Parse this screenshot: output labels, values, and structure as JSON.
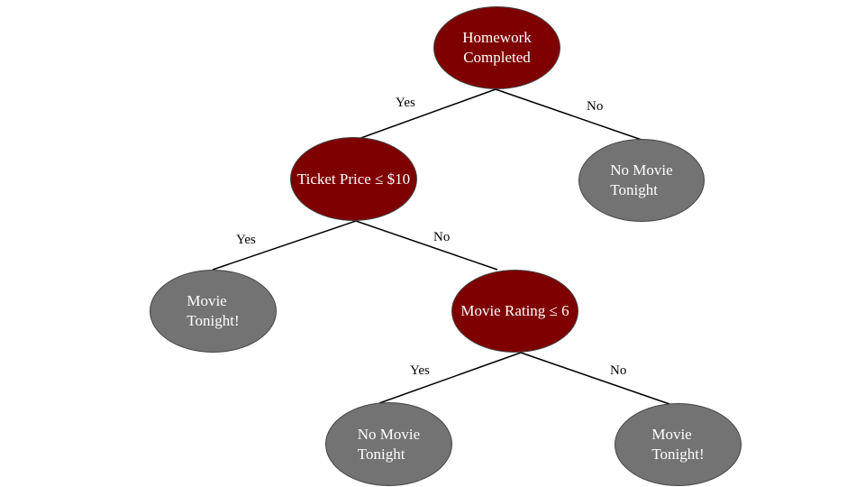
{
  "colors": {
    "decision_fill": "#7f0000",
    "leaf_fill": "#737373",
    "edge": "#000000"
  },
  "nodes": {
    "homework": {
      "line1": "Homework",
      "line2": "Completed"
    },
    "no_movie_top": {
      "line1": "No Movie",
      "line2": "Tonight"
    },
    "ticket_price": {
      "line1": "Ticket Price ≤ $10"
    },
    "movie_left": {
      "line1": "Movie",
      "line2": "Tonight!"
    },
    "rating": {
      "line1": "Movie Rating ≤ 6"
    },
    "no_movie_bottom": {
      "line1": "No Movie",
      "line2": "Tonight"
    },
    "movie_right": {
      "line1": "Movie",
      "line2": "Tonight!"
    }
  },
  "edge_labels": {
    "homework_yes": "Yes",
    "homework_no": "No",
    "ticket_yes": "Yes",
    "ticket_no": "No",
    "rating_yes": "Yes",
    "rating_no": "No"
  }
}
